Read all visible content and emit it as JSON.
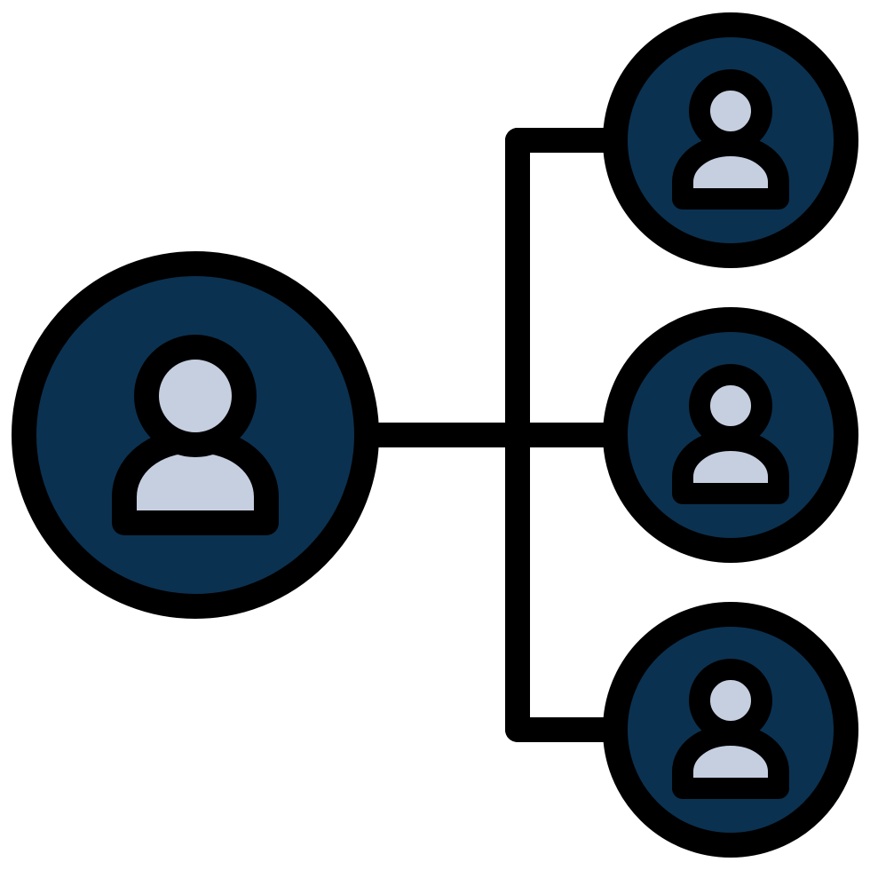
{
  "icon": {
    "name": "hierarchy-network-icon",
    "nodes": [
      {
        "role": "parent",
        "icon": "user-icon"
      },
      {
        "role": "child",
        "icon": "user-icon"
      },
      {
        "role": "child",
        "icon": "user-icon"
      },
      {
        "role": "child",
        "icon": "user-icon"
      }
    ],
    "colors": {
      "background": "#ffffff",
      "outline": "#000000",
      "circle_fill": "#0b3150",
      "person_fill": "#c5cfe0"
    }
  }
}
